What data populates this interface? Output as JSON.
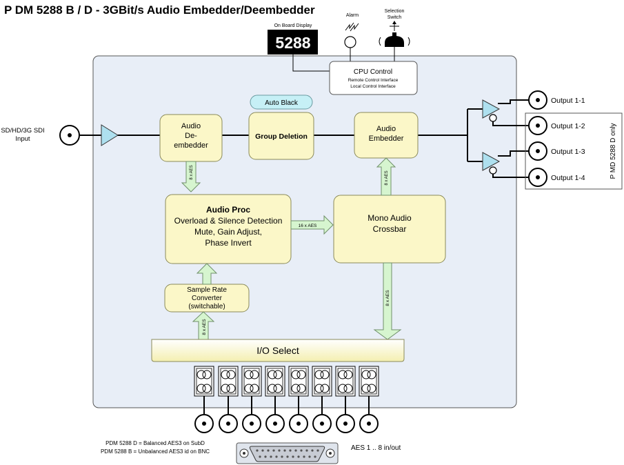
{
  "title": "P DM 5288 B / D - 3GBit/s Audio Embedder/Deembedder",
  "display": {
    "label": "On Board Display",
    "value": "5288"
  },
  "alarm": {
    "label": "Alarm"
  },
  "selection_switch": {
    "label_line1": "Selection",
    "label_line2": "Switch"
  },
  "cpu": {
    "title": "CPU Control",
    "line1": "Remote Control Interface",
    "line2": "Local Control Interface"
  },
  "input": {
    "line1": "SD/HD/3G SDI",
    "line2": "Input"
  },
  "deembedder": {
    "line1": "Audio",
    "line2": "De-",
    "line3": "embedder"
  },
  "auto_black": "Auto Black",
  "group_deletion": "Group Deletion",
  "embedder": {
    "line1": "Audio",
    "line2": "Embedder"
  },
  "audio_proc": {
    "title": "Audio Proc",
    "line1": "Overload & Silence Detection",
    "line2": "Mute, Gain Adjust,",
    "line3": "Phase Invert"
  },
  "crossbar": {
    "line1": "Mono Audio",
    "line2": "Crossbar"
  },
  "src": {
    "line1": "Sample Rate",
    "line2": "Converter",
    "line3": "(switchable)"
  },
  "io_select": "I/O Select",
  "arrows": {
    "deemb_to_proc": "8 x AES",
    "proc_to_crossbar": "16 x AES",
    "crossbar_to_emb": "8 x AES",
    "crossbar_to_io": "8 x AES",
    "io_to_src": "8 x AES"
  },
  "outputs": [
    "Output 1-1",
    "Output 1-2",
    "Output 1-3",
    "Output 1-4"
  ],
  "d_only": "P MD 5288 D only",
  "footnote": {
    "line1": "PDM 5288 D = Balanced AES3 on SubD",
    "line2": "PDM 5288 B = Unbalanced AES3 id on BNC"
  },
  "aes_io": "AES 1 .. 8 in/out"
}
